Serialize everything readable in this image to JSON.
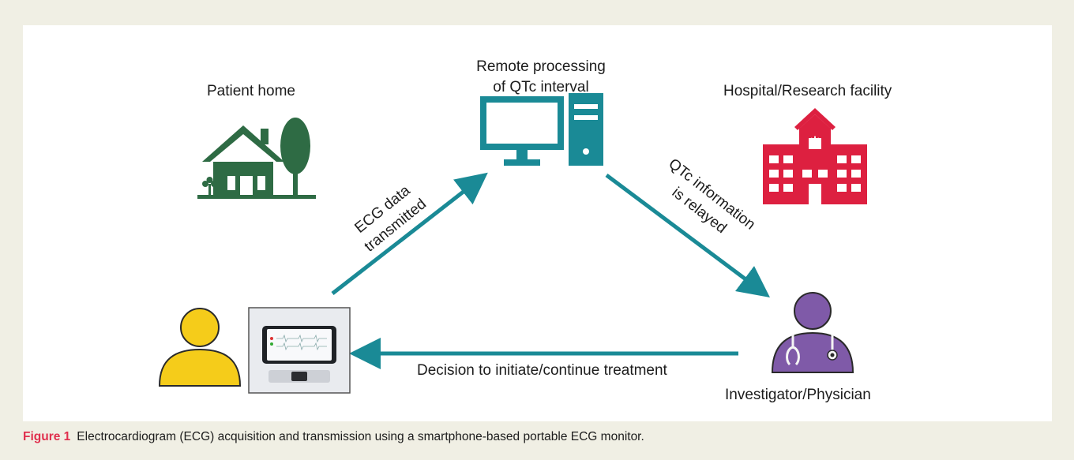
{
  "nodes": {
    "remote": {
      "line1": "Remote processing",
      "line2": "of QTc interval"
    },
    "patient_home": "Patient home",
    "hospital": "Hospital/Research facility",
    "physician": "Investigator/Physician"
  },
  "arrows": {
    "ecg_line1": "ECG data",
    "ecg_line2": "transmitted",
    "qtc_line1": "QTc information",
    "qtc_line2": "is relayed",
    "decision": "Decision to initiate/continue treatment"
  },
  "caption": {
    "figure": "Figure 1",
    "text": "Electrocardiogram (ECG) acquisition and transmission using a smartphone-based portable ECG monitor."
  },
  "colors": {
    "teal": "#1a8a96",
    "house": "#2e6b44",
    "hospital": "#dd2040",
    "patient": "#f5cc1a",
    "physician": "#7f5aa8",
    "caption_accent": "#e0304e"
  },
  "icons": [
    "house-icon",
    "computer-icon",
    "hospital-icon",
    "patient-icon",
    "ecg-device-icon",
    "physician-icon"
  ]
}
